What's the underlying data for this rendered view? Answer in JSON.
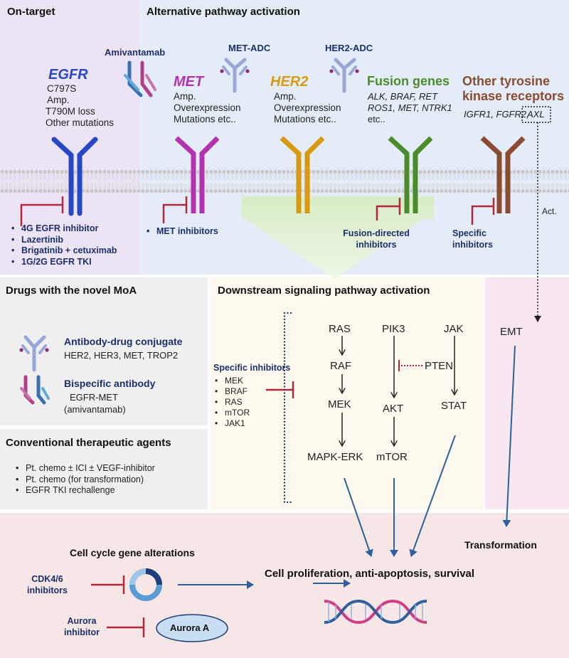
{
  "ontarget": {
    "title": "On-target",
    "egfr_title": "EGFR",
    "egfr_lines": [
      "C797S",
      "Amp.",
      "T790M loss",
      "Other mutations"
    ],
    "drugs": [
      "4G EGFR inhibitor",
      "Lazertinib",
      "Brigatinib + cetuximab",
      "1G/2G EGFR TKI"
    ]
  },
  "alt": {
    "title": "Alternative pathway activation",
    "amivantamab": "Amivantamab",
    "met_adc": "MET-ADC",
    "her2_adc": "HER2-ADC",
    "met_title": "MET",
    "met_lines": [
      "Amp.",
      "Overexpression",
      "Mutations  etc.."
    ],
    "her2_title": "HER2",
    "her2_lines": [
      "Amp.",
      "Overexpression",
      "Mutations  etc.."
    ],
    "fusion_title": "Fusion genes",
    "fusion_lines": [
      "ALK, BRAF, RET",
      "ROS1, MET, NTRK1",
      "etc.."
    ],
    "other_title_1": "Other tyrosine",
    "other_title_2": "kinase receptors",
    "other_genes": "IGFR1, FGFR2,",
    "axl": "AXL",
    "act": "Act.",
    "met_inhib": "MET inhibitors",
    "fusion_inhib_1": "Fusion-directed",
    "fusion_inhib_2": "inhibitors",
    "specific_inhib_1": "Specific",
    "specific_inhib_2": "inhibitors"
  },
  "novel": {
    "title": "Drugs with the novel MoA",
    "adc_title": "Antibody-drug conjugate",
    "adc_targets": "HER2, HER3,  MET, TROP2",
    "bsab_title": "Bispecific antibody",
    "bsab_line1": "EGFR-MET",
    "bsab_line2": "(amivantamab)"
  },
  "conventional": {
    "title": "Conventional therapeutic agents",
    "items": [
      "Pt. chemo ± ICI ± VEGF-inhibitor",
      "Pt. chemo (for transformation)",
      "EGFR TKI rechallenge"
    ]
  },
  "downstream": {
    "title": "Downstream signaling pathway activation",
    "inhib_title": "Specific inhibitors",
    "inhib_items": [
      "MEK",
      "BRAF",
      "RAS",
      "mTOR",
      "JAK1"
    ],
    "ras": "RAS",
    "raf": "RAF",
    "mek": "MEK",
    "mapk": "MAPK-ERK",
    "pik3": "PIK3",
    "pten": "PTEN",
    "akt": "AKT",
    "mtor": "mTOR",
    "jak": "JAK",
    "stat": "STAT"
  },
  "emt": "EMT",
  "bottom": {
    "cell_cycle": "Cell cycle gene alterations",
    "cdk_1": "CDK4/6",
    "cdk_2": "inhibitors",
    "aurora_inhib_1": "Aurora",
    "aurora_inhib_2": "inhibitor",
    "aurora_a": "Aurora A",
    "transformation": "Transformation",
    "proliferation": "Cell proliferation, anti-apoptosis, survival"
  },
  "colors": {
    "egfr": "#2747c7",
    "met": "#b332b0",
    "her2": "#d99a12",
    "fusion": "#4a8c2c",
    "other": "#8a4b32",
    "inhibitor": "#b3283a",
    "navy": "#1c2f6b",
    "arrow_blue": "#2e5f9e"
  }
}
